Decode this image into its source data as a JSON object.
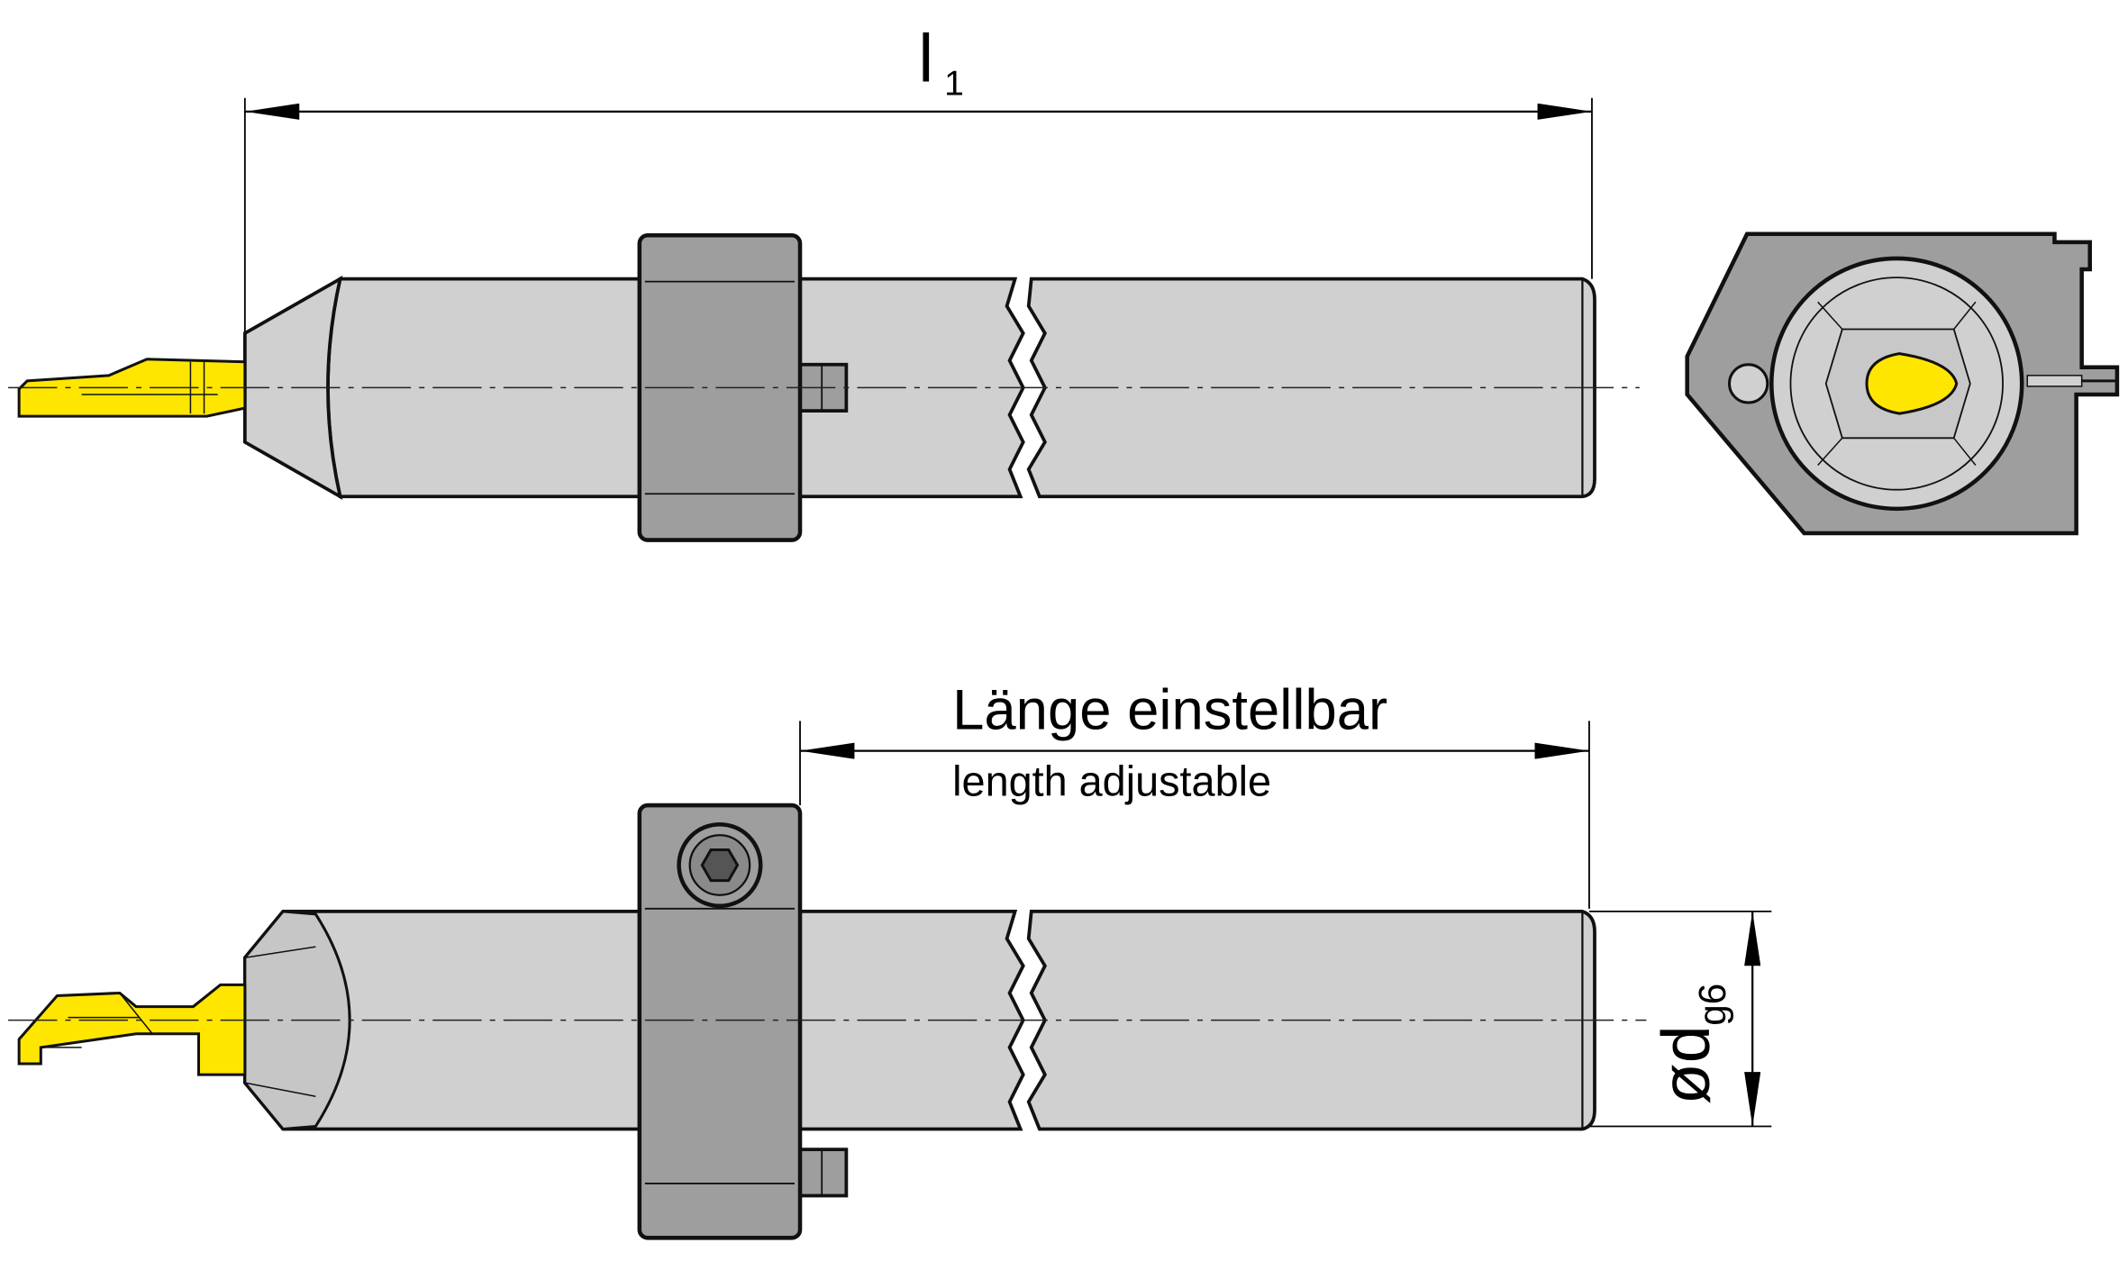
{
  "dimensions": {
    "overall_length": {
      "symbol": "l",
      "subscript": "1"
    },
    "adjustable_length": {
      "label_de": "Länge einstellbar",
      "label_en": "length adjustable"
    },
    "diameter": {
      "symbol": "ød",
      "subscript": "g6"
    }
  },
  "colors": {
    "steel": "#d0d0d0",
    "clamp": "#9e9e9e",
    "insert": "#ffe600",
    "outline": "#111111"
  }
}
